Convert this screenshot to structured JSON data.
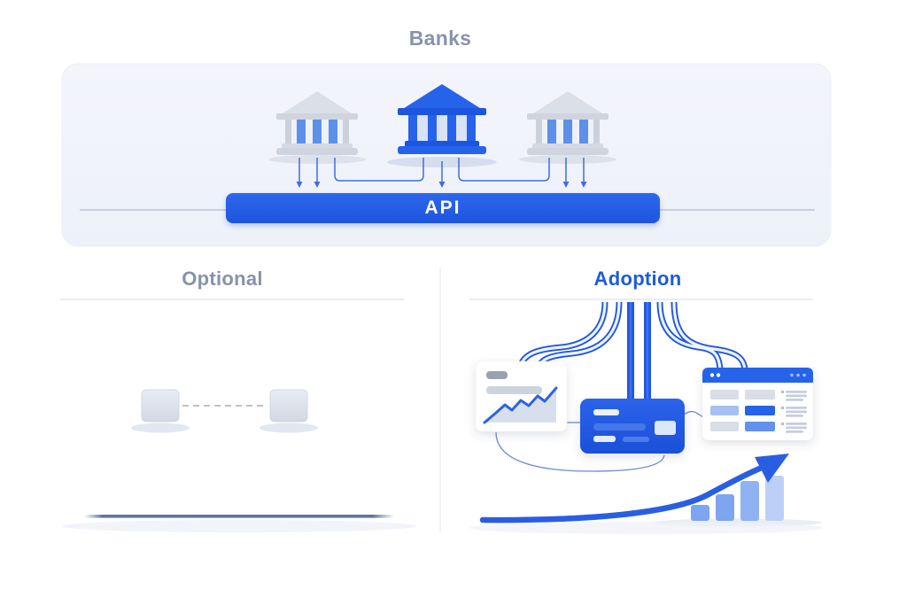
{
  "labels": {
    "banks": "Banks",
    "api": "API",
    "optional": "Optional",
    "adoption": "Adoption"
  },
  "colors": {
    "primary_blue": "#2563eb",
    "muted_heading": "#8793aa",
    "adoption_heading": "#1d5bd8",
    "panel_background": "#f1f4fa",
    "gray_bank": "#d5dae2",
    "bank_column_blue": "#5d90e9",
    "dark_baseline": "#5f7795"
  },
  "illustrations": {
    "top_panel": {
      "banks": [
        {
          "style": "gray",
          "icon": "bank-icon"
        },
        {
          "style": "blue",
          "icon": "bank-icon"
        },
        {
          "style": "gray",
          "icon": "bank-icon"
        }
      ],
      "connectors": "arrows-into-api-bar",
      "api_bar_label": "API"
    },
    "optional_section": {
      "elements": [
        "gray-box",
        "dashed-link",
        "gray-box",
        "dark-baseline"
      ]
    },
    "adoption_section": {
      "elements": [
        "blue-pipes",
        "line-chart-card",
        "credit-card",
        "browser-table-window",
        "growth-bar-chart",
        "up-arrow"
      ],
      "growth_bars_relative_heights": [
        18,
        30,
        45,
        51
      ]
    }
  }
}
